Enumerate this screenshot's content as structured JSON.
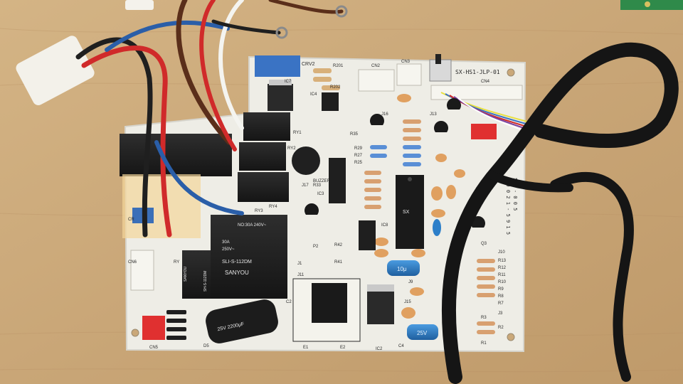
{
  "board": {
    "model_label": "SX-HS1-JLP-01",
    "side_label": "1 0 0 2 1 - 5 9 1 5",
    "side_label2": "5 0 - 0 0 5"
  },
  "relays": {
    "sanyou_large_rating_1": "NO:30A 240V~",
    "sanyou_large_rating_2": "30A",
    "sanyou_large_rating_3": "250V~",
    "sanyou_large_model": "SLI-S-112DM",
    "sanyou_large_brand": "SANYOU",
    "sanyou_small_brand": "SANYOU",
    "sanyou_small_model": "SH-S-112DM"
  },
  "capacitors": {
    "big_cap_text": "25V 2200μF",
    "blue_cap_1": "10μ",
    "blue_cap_2": "25V"
  },
  "ic": {
    "main_ic_label": "SX"
  },
  "refs": {
    "crv2": "CRV2",
    "r201": "R201",
    "r202": "R202",
    "ic7": "IC7",
    "ic4": "IC4",
    "cn2": "CN2",
    "cn3": "CN3",
    "cn4": "CN4",
    "ry1": "RY1",
    "ry2": "RY2",
    "ry3": "RY3",
    "ry4": "RY4",
    "buzzer": "BUZZER",
    "ic3": "IC3",
    "ic8": "IC8",
    "ic2": "IC2",
    "j16": "J16",
    "j13": "J13",
    "j10": "J10",
    "j11": "J11",
    "j3": "J3",
    "r35": "R35",
    "r29": "R29",
    "r27": "R27",
    "r25": "R25",
    "r33": "R33",
    "r42": "R42",
    "r41": "R41",
    "r13": "R13",
    "r12": "R12",
    "r11": "R11",
    "r10": "R10",
    "r9": "R9",
    "r8": "R8",
    "r7": "R7",
    "r3": "R3",
    "r2": "R2",
    "r1": "R1",
    "q3": "Q3",
    "p2": "P2",
    "c2": "C2",
    "c4": "C4",
    "e1": "E1",
    "e2": "E2",
    "d5": "D5",
    "ry": "RY",
    "cr": "CR",
    "cn5": "CN5",
    "cn6": "CN6",
    "j1": "J1",
    "j17": "J17",
    "j9": "J9",
    "j15": "J15"
  },
  "colors": {
    "wood": "#caa879",
    "pcb": "#eeede6",
    "relay_black": "#1f1f1f",
    "wire_red": "#d02a2a",
    "wire_brown": "#5a2e1a",
    "wire_blue": "#2a5ea8",
    "connector_red": "#e03030",
    "blue_cap": "#2d7fc9"
  }
}
